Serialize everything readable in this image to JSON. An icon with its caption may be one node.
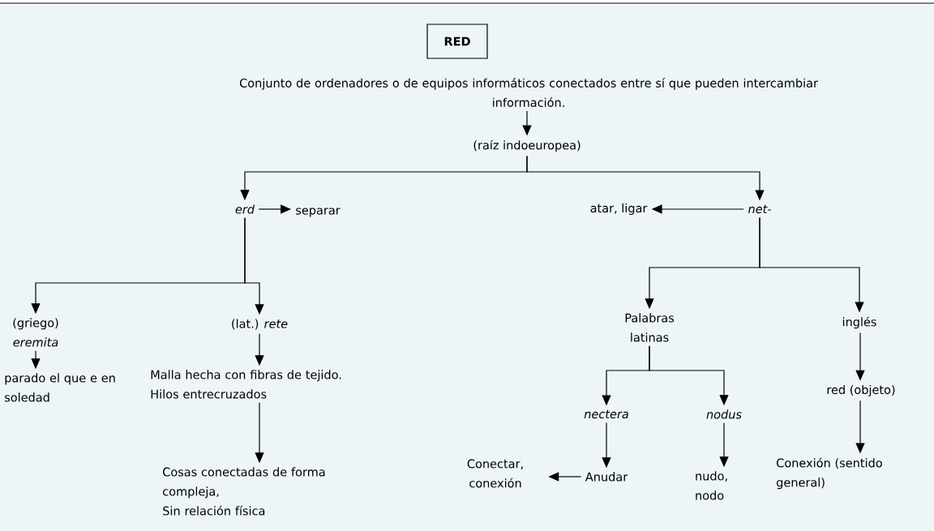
{
  "diagram": {
    "nodes": [
      {
        "text": [
          "RED"
        ]
      },
      {
        "text": [
          "Conjunto de ordenadores o de equipos informáticos conectados entre sí que pueden intercambiar información."
        ]
      },
      {
        "text": [
          "(raíz indoeuropea)"
        ]
      },
      {
        "text": [
          "erd"
        ]
      },
      {
        "text": [
          "separar"
        ]
      },
      {
        "text": [
          "atar, ligar"
        ]
      },
      {
        "text": [
          "net-"
        ]
      },
      {
        "text": [
          "(griego) *eremita*"
        ]
      },
      {
        "text": [
          "(lat.) *rete*"
        ]
      },
      {
        "text": [
          "Palabras latinas"
        ]
      },
      {
        "text": [
          "inglés"
        ]
      },
      {
        "text": [
          "parado el que e en soledad"
        ]
      },
      {
        "text": [
          "Malla hecha con fibras de tejido.",
          "Hilos entrecruzados"
        ]
      },
      {
        "text": [
          "nectera"
        ]
      },
      {
        "text": [
          "nodus"
        ]
      },
      {
        "text": [
          "red (objeto)"
        ]
      },
      {
        "text": [
          "Cosas conectadas de forma compleja,",
          "Sin relación física"
        ]
      },
      {
        "text": [
          "Conectar, conexión"
        ]
      },
      {
        "text": [
          "Anudar"
        ]
      },
      {
        "text": [
          "nudo, nodo"
        ]
      },
      {
        "text": [
          "Conexión (sentido general)"
        ]
      }
    ],
    "edges": [
      {
        "from": 1,
        "to": 2,
        "arrow": "to"
      },
      {
        "from": 2,
        "to": 3,
        "arrow": "to"
      },
      {
        "from": 2,
        "to": 6,
        "arrow": "to"
      },
      {
        "from": 3,
        "to": 4,
        "arrow": "to"
      },
      {
        "from": 6,
        "to": 5,
        "arrow": "to"
      },
      {
        "from": 3,
        "to": 7,
        "arrow": "to"
      },
      {
        "from": 3,
        "to": 8,
        "arrow": "to"
      },
      {
        "from": 6,
        "to": 9,
        "arrow": "to"
      },
      {
        "from": 6,
        "to": 10,
        "arrow": "to"
      },
      {
        "from": 7,
        "to": 11,
        "arrow": "to"
      },
      {
        "from": 8,
        "to": 12,
        "arrow": "to"
      },
      {
        "from": 12,
        "to": 16,
        "arrow": "to"
      },
      {
        "from": 9,
        "to": 13,
        "arrow": "to"
      },
      {
        "from": 9,
        "to": 14,
        "arrow": "to"
      },
      {
        "from": 13,
        "to": 18,
        "arrow": "to"
      },
      {
        "from": 14,
        "to": 19,
        "arrow": "to"
      },
      {
        "from": 18,
        "to": 17,
        "arrow": "to"
      },
      {
        "from": 10,
        "to": 15,
        "arrow": "to"
      },
      {
        "from": 15,
        "to": 20,
        "arrow": "to"
      }
    ]
  }
}
